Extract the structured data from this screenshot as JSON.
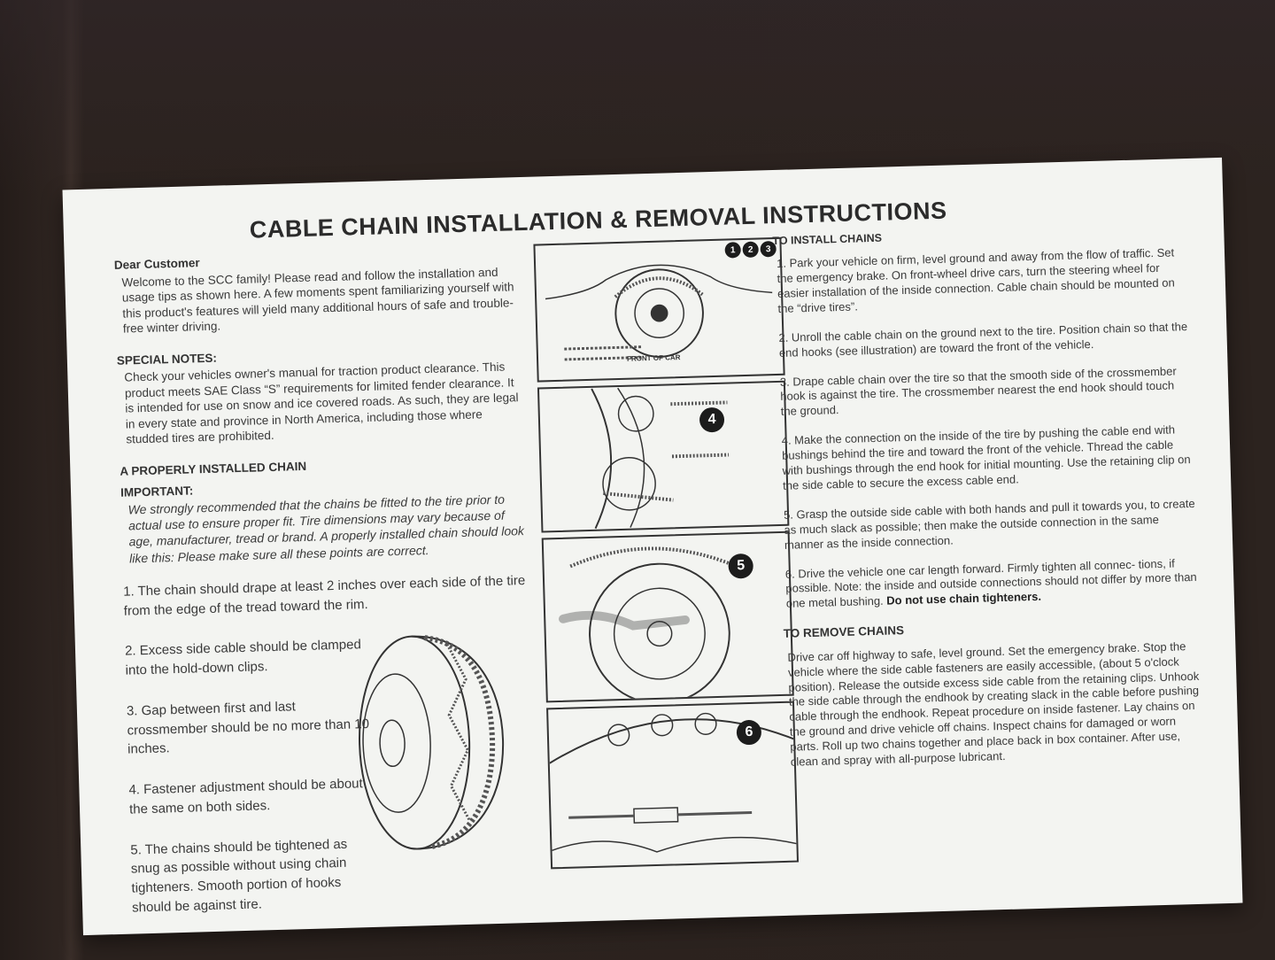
{
  "title": "CABLE CHAIN INSTALLATION & REMOVAL INSTRUCTIONS",
  "left": {
    "greeting_heading": "Dear Customer",
    "greeting_text": "Welcome to the SCC family! Please read and follow the installation and usage tips as shown here. A few moments spent familiarizing yourself with this product's features will yield many additional hours of safe and trouble-free winter driving.",
    "special_heading": "SPECIAL NOTES:",
    "special_text": "Check your vehicles owner's manual for traction product clearance. This product meets SAE Class “S” requirements for limited fender clearance. It is intended for use on snow and ice covered roads. As such, they are legal in every state and province in North America, including those where studded tires are prohibited.",
    "proper_heading": "A PROPERLY INSTALLED CHAIN",
    "important_heading": "IMPORTANT:",
    "important_text": "We strongly recommended that the chains be fitted to the tire prior to actual use to ensure proper fit. Tire dimensions may vary because of age, manufacturer, tread or brand. A properly installed chain should look like this: Please make sure all these points are correct.",
    "checks": [
      "1. The chain should drape at least 2 inches over each side of the tire from the edge of the tread toward the rim.",
      "2. Excess side cable should be clamped into the hold-down clips.",
      "3. Gap between first and last crossmember should be no more than 10 inches.",
      "4. Fastener adjustment should be about the same on both sides.",
      "5. The chains should be tightened as snug as possible without using chain tighteners. Smooth portion of hooks should be against tire."
    ]
  },
  "panels": {
    "badges_top": [
      "1",
      "2",
      "3"
    ],
    "front_of_car": "FRONT OF CAR",
    "badge_4": "4",
    "badge_5": "5",
    "badge_6": "6"
  },
  "right": {
    "install_heading": "TO INSTALL CHAINS",
    "steps": [
      "1. Park your vehicle on firm, level ground and away from the flow of traffic. Set the emergency brake. On front-wheel drive cars, turn the steering wheel for easier installation of the inside connection. Cable chain should be mounted on the “drive tires”.",
      "2. Unroll the cable chain on the ground next to the tire. Position chain so that the end hooks (see illustration) are toward the front of the vehicle.",
      "3. Drape cable chain over the tire so that the smooth side of the crossmember hook is against the tire. The crossmember nearest the end hook should touch the ground.",
      "4. Make the connection on the inside of the tire by pushing the cable end with bushings behind the tire and toward the front of the vehicle. Thread the cable with bushings through the end hook for initial mounting. Use the retaining clip on the side cable to secure the excess cable end.",
      "5. Grasp the outside side cable with both hands and pull it towards you, to create as much slack as possible; then make the outside connection in the same manner as the inside connection."
    ],
    "step6_text": "6. Drive the vehicle one car length forward. Firmly tighten all connec- tions,  if possible. Note: the inside and outside connections should not differ by more than one metal bushing.",
    "step6_bold": "Do not use chain tighteners.",
    "remove_heading": "TO REMOVE CHAINS",
    "remove_text": "Drive car off highway to safe, level ground. Set the emergency brake. Stop the vehicle where the side cable fasteners are easily accessible, (about 5 o'clock position). Release the outside excess side cable from the retaining clips. Unhook the side cable through the endhook by creating slack in the cable before pushing cable through the endhook. Repeat procedure on inside fastener. Lay chains on the ground and drive vehicle off chains. Inspect chains for damaged or worn parts. Roll up two chains together and place back in box container. After use, clean and spray with all-purpose lubricant."
  }
}
